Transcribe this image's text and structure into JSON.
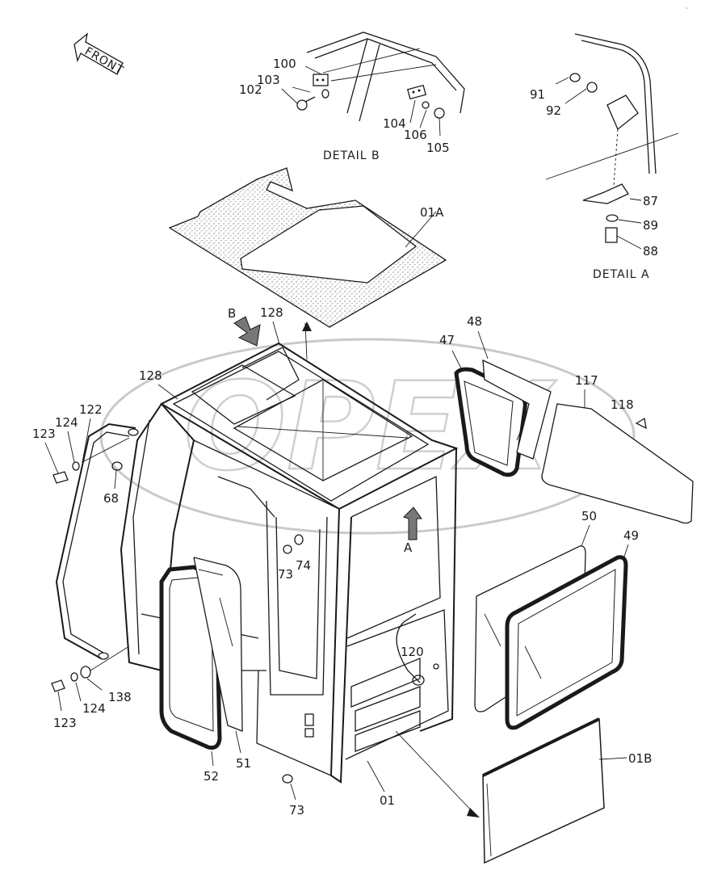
{
  "title": "",
  "compass": {
    "front_label": "FRONT"
  },
  "details": {
    "detail_a": "DETAIL A",
    "detail_b": "DETAIL B",
    "marker_a": "A",
    "marker_b": "B"
  },
  "watermark": "OPEX",
  "callouts": {
    "p100": "100",
    "p103": "103",
    "p102": "102",
    "p104": "104",
    "p106": "106",
    "p105": "105",
    "p91": "91",
    "p92": "92",
    "p87": "87",
    "p89": "89",
    "p88": "88",
    "p01A": "01A",
    "p128a": "128",
    "p128b": "128",
    "p47": "47",
    "p48": "48",
    "p117": "117",
    "p118": "118",
    "p122": "122",
    "p124a": "124",
    "p123a": "123",
    "p68": "68",
    "p74": "74",
    "p73a": "73",
    "p50": "50",
    "p49": "49",
    "p120": "120",
    "p123b": "123",
    "p124b": "124",
    "p138": "138",
    "p52": "52",
    "p51": "51",
    "p73b": "73",
    "p01": "01",
    "p01B": "01B"
  }
}
